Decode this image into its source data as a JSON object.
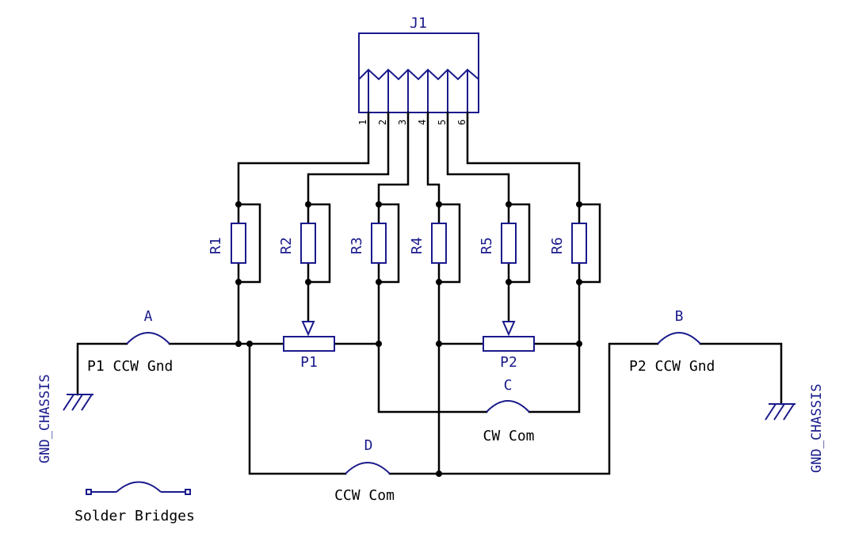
{
  "connector": {
    "ref": "J1",
    "pins": [
      "1",
      "2",
      "3",
      "4",
      "5",
      "6"
    ]
  },
  "resistors": [
    {
      "ref": "R1"
    },
    {
      "ref": "R2"
    },
    {
      "ref": "R3"
    },
    {
      "ref": "R4"
    },
    {
      "ref": "R5"
    },
    {
      "ref": "R6"
    }
  ],
  "potentiometers": [
    {
      "ref": "P1"
    },
    {
      "ref": "P2"
    }
  ],
  "bridges": [
    {
      "ref": "A",
      "net": "P1 CCW Gnd"
    },
    {
      "ref": "B",
      "net": "P2 CCW Gnd"
    },
    {
      "ref": "C",
      "net": "CW Com"
    },
    {
      "ref": "D",
      "net": "CCW Com"
    }
  ],
  "grounds": [
    {
      "label": "GND_CHASSIS"
    },
    {
      "label": "GND_CHASSIS"
    }
  ],
  "legend": {
    "label": "Solder Bridges"
  },
  "colors": {
    "wire": "#000000",
    "component": "#1a1a8c",
    "background": "#ffffff"
  }
}
